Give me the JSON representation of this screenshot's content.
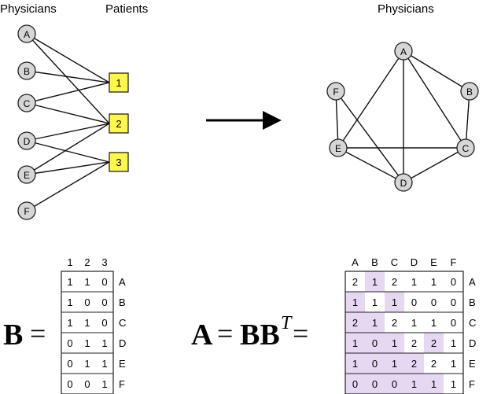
{
  "bipartite": {
    "left_heading": "Physicians",
    "right_heading": "Patients",
    "physicians": [
      "A",
      "B",
      "C",
      "D",
      "E",
      "F"
    ],
    "patients": [
      "1",
      "2",
      "3"
    ],
    "edges": [
      [
        "A",
        "1"
      ],
      [
        "A",
        "2"
      ],
      [
        "B",
        "1"
      ],
      [
        "C",
        "1"
      ],
      [
        "C",
        "2"
      ],
      [
        "D",
        "2"
      ],
      [
        "D",
        "3"
      ],
      [
        "E",
        "2"
      ],
      [
        "E",
        "3"
      ],
      [
        "F",
        "3"
      ]
    ],
    "patient_fill": "#fff64a",
    "node_fill": "#d6d6d6"
  },
  "projection": {
    "heading": "Physicians",
    "nodes": [
      "A",
      "B",
      "C",
      "D",
      "E",
      "F"
    ],
    "edges": [
      [
        "A",
        "B"
      ],
      [
        "A",
        "C"
      ],
      [
        "A",
        "D"
      ],
      [
        "A",
        "E"
      ],
      [
        "B",
        "C"
      ],
      [
        "C",
        "D"
      ],
      [
        "C",
        "E"
      ],
      [
        "D",
        "E"
      ],
      [
        "D",
        "F"
      ],
      [
        "E",
        "F"
      ]
    ]
  },
  "matrix_B": {
    "label": "B",
    "equals": "=",
    "col_headers": [
      "1",
      "2",
      "3"
    ],
    "row_headers": [
      "A",
      "B",
      "C",
      "D",
      "E",
      "F"
    ],
    "cells": [
      [
        "1",
        "1",
        "0"
      ],
      [
        "1",
        "0",
        "0"
      ],
      [
        "1",
        "1",
        "0"
      ],
      [
        "0",
        "1",
        "1"
      ],
      [
        "0",
        "1",
        "1"
      ],
      [
        "0",
        "0",
        "1"
      ]
    ]
  },
  "matrix_A": {
    "label_lhs": "A",
    "eq1": "=",
    "label_rhs": "BB",
    "superscript": "T",
    "eq2": "=",
    "col_headers": [
      "A",
      "B",
      "C",
      "D",
      "E",
      "F"
    ],
    "row_headers": [
      "A",
      "B",
      "C",
      "D",
      "E",
      "F"
    ],
    "cells": [
      [
        "2",
        "1",
        "2",
        "1",
        "1",
        "0"
      ],
      [
        "1",
        "1",
        "1",
        "0",
        "0",
        "0"
      ],
      [
        "2",
        "1",
        "2",
        "1",
        "1",
        "0"
      ],
      [
        "1",
        "0",
        "1",
        "2",
        "2",
        "1"
      ],
      [
        "1",
        "0",
        "1",
        "2",
        "2",
        "1"
      ],
      [
        "0",
        "0",
        "0",
        "1",
        "1",
        "1"
      ]
    ],
    "shade_color": "#e6d8f3",
    "shaded": [
      [
        0,
        1,
        0,
        0,
        0,
        0
      ],
      [
        1,
        0,
        1,
        0,
        0,
        0
      ],
      [
        1,
        1,
        0,
        0,
        0,
        0
      ],
      [
        1,
        1,
        1,
        0,
        1,
        0
      ],
      [
        1,
        1,
        1,
        1,
        0,
        0
      ],
      [
        1,
        1,
        1,
        1,
        1,
        0
      ]
    ]
  }
}
